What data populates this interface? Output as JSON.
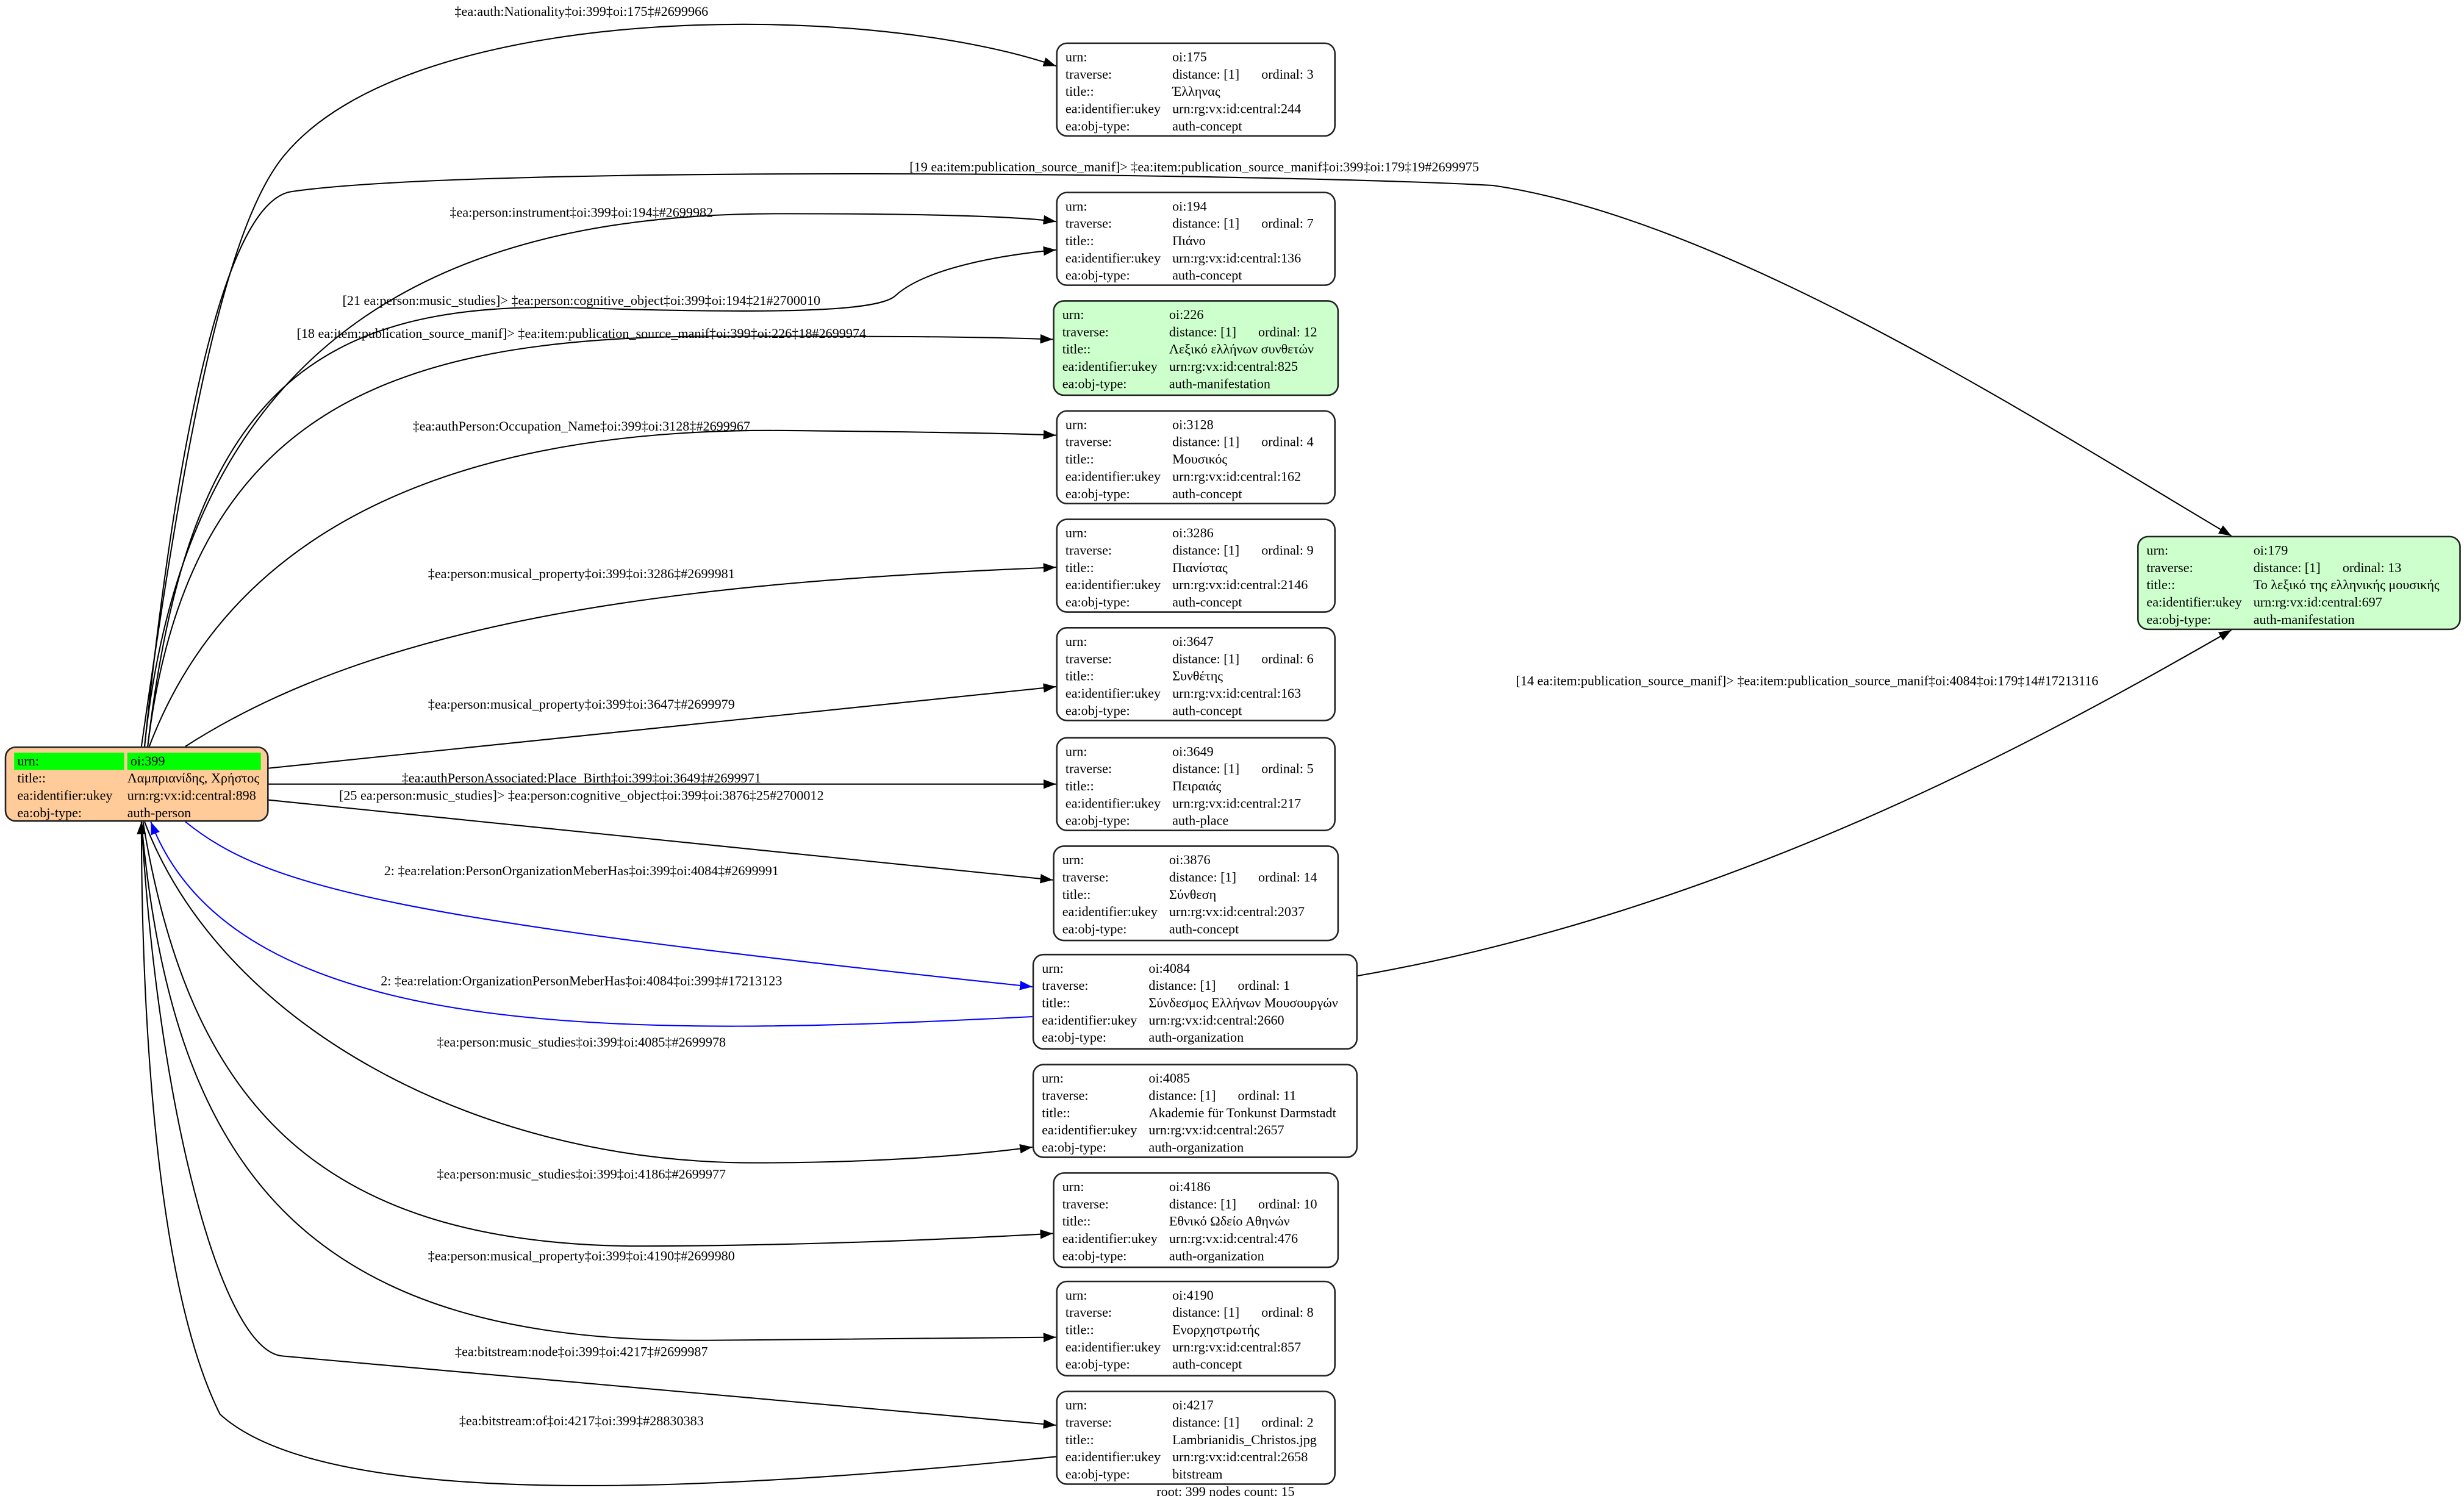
{
  "field_labels": {
    "urn": "urn:",
    "traverse": "traverse:",
    "title": "title::",
    "ukey": "ea:identifier:ukey",
    "obj_type": "ea:obj-type:"
  },
  "colors": {
    "root_fill": "#ffcc99",
    "root_highlight": "#00ff00",
    "manifestation_fill": "#ccffcc",
    "relation_edge": "#0000ff",
    "edge": "#000000"
  },
  "root": {
    "urn": "oi:399",
    "title": "Λαμπριανίδης, Χρήστος",
    "ukey": "urn:rg:vx:id:central:898",
    "obj_type": "auth-person"
  },
  "nodes": [
    {
      "id": "175",
      "urn": "oi:175",
      "distance": "distance: [1]",
      "ordinal": "ordinal: 3",
      "title": "Έλληνας",
      "ukey": "urn:rg:vx:id:central:244",
      "obj_type": "auth-concept"
    },
    {
      "id": "194",
      "urn": "oi:194",
      "distance": "distance: [1]",
      "ordinal": "ordinal: 7",
      "title": "Πιάνο",
      "ukey": "urn:rg:vx:id:central:136",
      "obj_type": "auth-concept"
    },
    {
      "id": "226",
      "urn": "oi:226",
      "distance": "distance: [1]",
      "ordinal": "ordinal: 12",
      "title": "Λεξικό ελλήνων συνθετών",
      "ukey": "urn:rg:vx:id:central:825",
      "obj_type": "auth-manifestation"
    },
    {
      "id": "3128",
      "urn": "oi:3128",
      "distance": "distance: [1]",
      "ordinal": "ordinal: 4",
      "title": "Μουσικός",
      "ukey": "urn:rg:vx:id:central:162",
      "obj_type": "auth-concept"
    },
    {
      "id": "3286",
      "urn": "oi:3286",
      "distance": "distance: [1]",
      "ordinal": "ordinal: 9",
      "title": "Πιανίστας",
      "ukey": "urn:rg:vx:id:central:2146",
      "obj_type": "auth-concept"
    },
    {
      "id": "3647",
      "urn": "oi:3647",
      "distance": "distance: [1]",
      "ordinal": "ordinal: 6",
      "title": "Συνθέτης",
      "ukey": "urn:rg:vx:id:central:163",
      "obj_type": "auth-concept"
    },
    {
      "id": "3649",
      "urn": "oi:3649",
      "distance": "distance: [1]",
      "ordinal": "ordinal: 5",
      "title": "Πειραιάς",
      "ukey": "urn:rg:vx:id:central:217",
      "obj_type": "auth-place"
    },
    {
      "id": "3876",
      "urn": "oi:3876",
      "distance": "distance: [1]",
      "ordinal": "ordinal: 14",
      "title": "Σύνθεση",
      "ukey": "urn:rg:vx:id:central:2037",
      "obj_type": "auth-concept"
    },
    {
      "id": "4084",
      "urn": "oi:4084",
      "distance": "distance: [1]",
      "ordinal": "ordinal: 1",
      "title": "Σύνδεσμος Ελλήνων Μουσουργών",
      "ukey": "urn:rg:vx:id:central:2660",
      "obj_type": "auth-organization"
    },
    {
      "id": "4085",
      "urn": "oi:4085",
      "distance": "distance: [1]",
      "ordinal": "ordinal: 11",
      "title": "Akademie für Tonkunst Darmstadt",
      "ukey": "urn:rg:vx:id:central:2657",
      "obj_type": "auth-organization"
    },
    {
      "id": "4186",
      "urn": "oi:4186",
      "distance": "distance: [1]",
      "ordinal": "ordinal: 10",
      "title": "Εθνικό Ωδείο Αθηνών",
      "ukey": "urn:rg:vx:id:central:476",
      "obj_type": "auth-organization"
    },
    {
      "id": "4190",
      "urn": "oi:4190",
      "distance": "distance: [1]",
      "ordinal": "ordinal: 8",
      "title": "Ενορχηστρωτής",
      "ukey": "urn:rg:vx:id:central:857",
      "obj_type": "auth-concept"
    },
    {
      "id": "4217",
      "urn": "oi:4217",
      "distance": "distance: [1]",
      "ordinal": "ordinal: 2",
      "title": "Lambrianidis_Christos.jpg",
      "ukey": "urn:rg:vx:id:central:2658",
      "obj_type": "bitstream"
    },
    {
      "id": "179",
      "urn": "oi:179",
      "distance": "distance: [1]",
      "ordinal": "ordinal: 13",
      "title": "Το λεξικό της ελληνικής μουσικής",
      "ukey": "urn:rg:vx:id:central:697",
      "obj_type": "auth-manifestation"
    }
  ],
  "edges": [
    {
      "label": "‡ea:auth:Nationality‡oi:399‡oi:175‡#2699966",
      "color": "#000000"
    },
    {
      "label": "[19 ea:item:publication_source_manif]> ‡ea:item:publication_source_manif‡oi:399‡oi:179‡19#2699975",
      "color": "#000000"
    },
    {
      "label": "‡ea:person:instrument‡oi:399‡oi:194‡#2699982",
      "color": "#000000"
    },
    {
      "label": "[21 ea:person:music_studies]> ‡ea:person:cognitive_object‡oi:399‡oi:194‡21#2700010",
      "color": "#000000"
    },
    {
      "label": "[18 ea:item:publication_source_manif]> ‡ea:item:publication_source_manif‡oi:399‡oi:226‡18#2699974",
      "color": "#000000"
    },
    {
      "label": "‡ea:authPerson:Occupation_Name‡oi:399‡oi:3128‡#2699967",
      "color": "#000000"
    },
    {
      "label": "‡ea:person:musical_property‡oi:399‡oi:3286‡#2699981",
      "color": "#000000"
    },
    {
      "label": "‡ea:person:musical_property‡oi:399‡oi:3647‡#2699979",
      "color": "#000000"
    },
    {
      "label": "‡ea:authPersonAssociated:Place_Birth‡oi:399‡oi:3649‡#2699971",
      "color": "#000000"
    },
    {
      "label": "[25 ea:person:music_studies]> ‡ea:person:cognitive_object‡oi:399‡oi:3876‡25#2700012",
      "color": "#000000"
    },
    {
      "label": "2: ‡ea:relation:PersonOrganizationMeberHas‡oi:399‡oi:4084‡#2699991",
      "color": "#0000ff"
    },
    {
      "label": "2: ‡ea:relation:OrganizationPersonMeberHas‡oi:4084‡oi:399‡#17213123",
      "color": "#0000ff"
    },
    {
      "label": "‡ea:person:music_studies‡oi:399‡oi:4085‡#2699978",
      "color": "#000000"
    },
    {
      "label": "‡ea:person:music_studies‡oi:399‡oi:4186‡#2699977",
      "color": "#000000"
    },
    {
      "label": "‡ea:person:musical_property‡oi:399‡oi:4190‡#2699980",
      "color": "#000000"
    },
    {
      "label": "‡ea:bitstream:node‡oi:399‡oi:4217‡#2699987",
      "color": "#000000"
    },
    {
      "label": "‡ea:bitstream:of‡oi:4217‡oi:399‡#28830383",
      "color": "#000000"
    },
    {
      "label": "[14 ea:item:publication_source_manif]> ‡ea:item:publication_source_manif‡oi:4084‡oi:179‡14#17213116",
      "color": "#000000"
    }
  ],
  "footer": "root: 399 nodes count: 15"
}
